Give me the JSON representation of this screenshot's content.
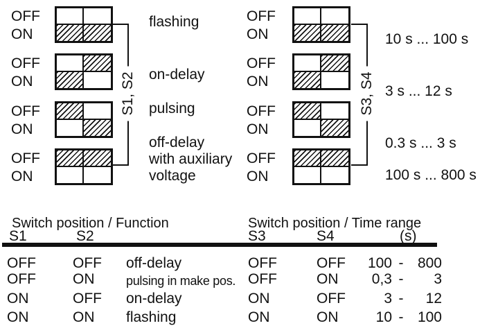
{
  "colors": {
    "ink": "#111111",
    "background": "#ffffff"
  },
  "switch_labels": {
    "off": "OFF",
    "on": "ON"
  },
  "diagram": {
    "left": {
      "bracket_label": "S1, S2",
      "rows": [
        {
          "function": "flashing",
          "hatched": [
            "bl",
            "br"
          ]
        },
        {
          "function": "on-delay",
          "hatched": [
            "tr",
            "bl"
          ]
        },
        {
          "function": "pulsing",
          "hatched": [
            "tl",
            "br"
          ]
        },
        {
          "function_lines": [
            "off-delay",
            "with auxiliary",
            "voltage"
          ],
          "hatched": [
            "tl",
            "tr"
          ]
        }
      ]
    },
    "right": {
      "bracket_label": "S3, S4",
      "rows": [
        {
          "time_range": "10 s ... 100 s",
          "hatched": [
            "bl",
            "br"
          ]
        },
        {
          "time_range": "3 s ... 12 s",
          "hatched": [
            "tr",
            "bl"
          ]
        },
        {
          "time_range": "0.3 s ... 3 s",
          "hatched": [
            "tl",
            "br"
          ]
        },
        {
          "time_range": "100 s ... 800 s",
          "hatched": [
            "tl",
            "tr"
          ]
        }
      ]
    }
  },
  "table": {
    "left": {
      "title": "Switch position / Function",
      "columns": [
        "S1",
        "S2"
      ],
      "rows": [
        {
          "s1": "OFF",
          "s2": "OFF",
          "function": "off-delay"
        },
        {
          "s1": "OFF",
          "s2": "ON",
          "function": "pulsing in make pos."
        },
        {
          "s1": "ON",
          "s2": "OFF",
          "function": "on-delay"
        },
        {
          "s1": "ON",
          "s2": "ON",
          "function": "flashing"
        }
      ]
    },
    "right": {
      "title": "Switch position / Time range",
      "columns": [
        "S3",
        "S4"
      ],
      "unit": "(s)",
      "rows": [
        {
          "s3": "OFF",
          "s4": "OFF",
          "from": "100",
          "dash": "-",
          "to": "800"
        },
        {
          "s3": "OFF",
          "s4": "ON",
          "from": "0,3",
          "dash": "-",
          "to": "3"
        },
        {
          "s3": "ON",
          "s4": "OFF",
          "from": "3",
          "dash": "-",
          "to": "12"
        },
        {
          "s3": "ON",
          "s4": "ON",
          "from": "10",
          "dash": "-",
          "to": "100"
        }
      ]
    }
  }
}
